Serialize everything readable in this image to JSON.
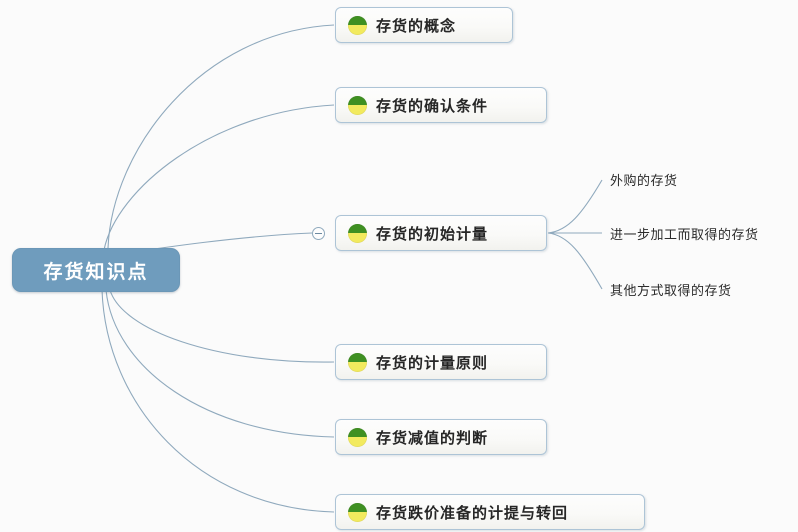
{
  "diagram": {
    "type": "mind-map",
    "background_color": "#fbfbfb",
    "connector_color": "#8fa9bd",
    "root": {
      "label": "存货知识点",
      "fill_color": "#6f9cbd",
      "text_color": "#ffffff"
    },
    "topics": [
      {
        "label": "存货的概念",
        "icon": "green-yellow-half-circle-icon"
      },
      {
        "label": "存货的确认条件",
        "icon": "green-yellow-half-circle-icon"
      },
      {
        "label": "存货的初始计量",
        "icon": "green-yellow-half-circle-icon"
      },
      {
        "label": "存货的计量原则",
        "icon": "green-yellow-half-circle-icon"
      },
      {
        "label": "存货减值的判断",
        "icon": "green-yellow-half-circle-icon"
      },
      {
        "label": "存货跌价准备的计提与转回",
        "icon": "green-yellow-half-circle-icon"
      }
    ],
    "subtopics": [
      {
        "label": "外购的存货"
      },
      {
        "label": "进一步加工而取得的存货"
      },
      {
        "label": "其他方式取得的存货"
      }
    ],
    "collapse_toggle": {
      "state": "expanded",
      "glyph": "minus"
    }
  }
}
